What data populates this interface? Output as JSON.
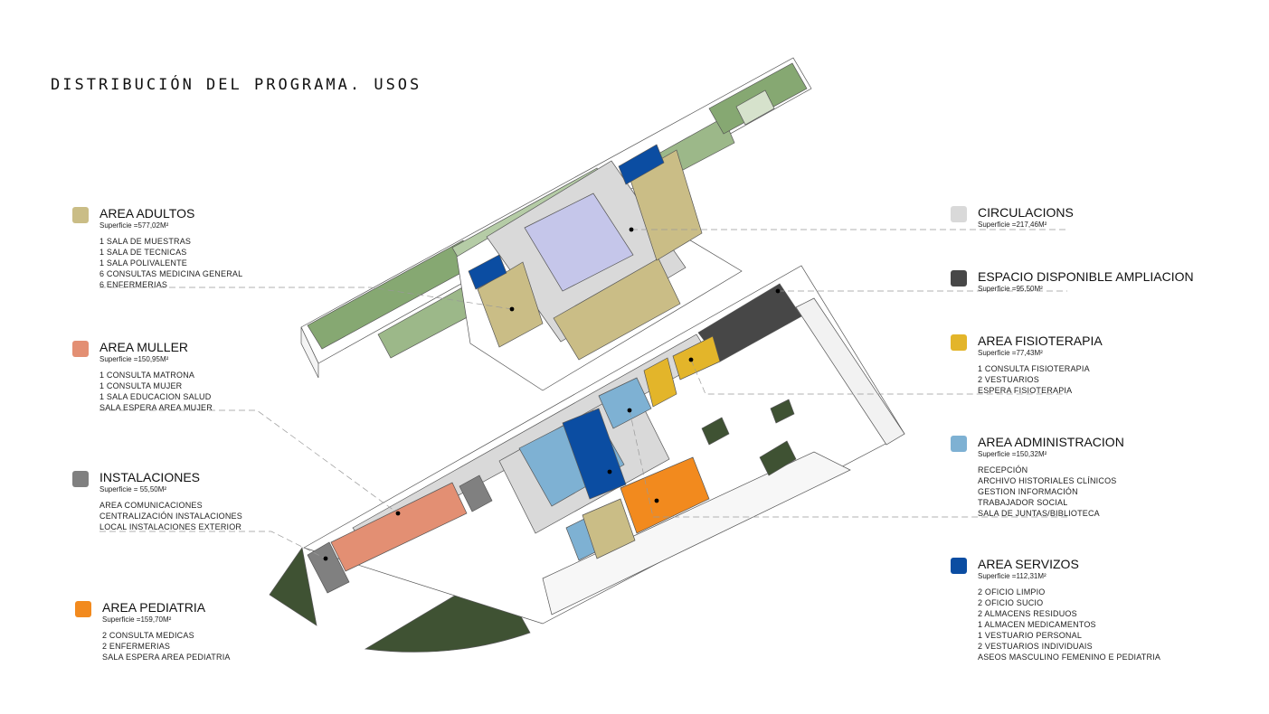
{
  "title": "DISTRIBUCIÓN DEL PROGRAMA. USOS",
  "colors": {
    "adultos": "#CABD86",
    "muller": "#E38F73",
    "instalaciones": "#808080",
    "pediatria": "#F28A1E",
    "circulacions": "#D9D9D9",
    "ampliacion": "#474747",
    "fisioterapia": "#E3B52A",
    "administracion": "#7EB1D3",
    "servizos": "#0B4DA2",
    "patio": "#C5C6EA",
    "green": "#86A872",
    "dark_green": "#3F5233"
  },
  "legend_left": [
    {
      "key": "adultos",
      "name": "AREA ADULTOS",
      "area": "Superficie =577,02M²",
      "items": [
        "1 SALA DE MUESTRAS",
        "1 SALA DE TECNICAS",
        "1 SALA POLIVALENTE",
        "6 CONSULTAS MEDICINA GENERAL",
        "6 ENFERMERIAS"
      ]
    },
    {
      "key": "muller",
      "name": "AREA MULLER",
      "area": "Superficie =150,95M²",
      "items": [
        "1 CONSULTA MATRONA",
        "1 CONSULTA MUJER",
        "1 SALA EDUCACION SALUD",
        "SALA ESPERA AREA MUJER"
      ]
    },
    {
      "key": "instalaciones",
      "name": "INSTALACIONES",
      "area": "Superficie = 55,50M²",
      "items": [
        "AREA COMUNICACIONES",
        "CENTRALIZACIÓN INSTALACIONES",
        "LOCAL INSTALACIONES EXTERIOR"
      ]
    },
    {
      "key": "pediatria",
      "name": "AREA PEDIATRIA",
      "area": "Superficie =159,70M²",
      "items": [
        "2 CONSULTA MEDICAS",
        "2 ENFERMERIAS",
        "SALA ESPERA AREA PEDIATRIA"
      ]
    }
  ],
  "legend_right": [
    {
      "key": "circulacions",
      "name": "CIRCULACIONS",
      "area": "Superficie =217,46M²",
      "items": []
    },
    {
      "key": "ampliacion",
      "name": "ESPACIO DISPONIBLE AMPLIACION",
      "area": "Superficie =95,50M²",
      "items": []
    },
    {
      "key": "fisioterapia",
      "name": "AREA FISIOTERAPIA",
      "area": "Superficie =77,43M²",
      "items": [
        "1 CONSULTA FISIOTERAPIA",
        "2 VESTUARIOS",
        "ESPERA FISIOTERAPIA"
      ]
    },
    {
      "key": "administracion",
      "name": "AREA ADMINISTRACION",
      "area": "Superficie =150,32M²",
      "items": [
        "RECEPCIÓN",
        "ARCHIVO HISTORIALES CLÍNICOS",
        "GESTION INFORMACIÓN",
        "TRABAJADOR SOCIAL",
        "SALA DE JUNTAS/BIBLIOTECA"
      ]
    },
    {
      "key": "servizos",
      "name": "AREA SERVIZOS",
      "area": "Superficie =112,31M²",
      "items": [
        "2 OFICIO LIMPIO",
        "2 OFICIO SUCIO",
        "2 ALMACENS RESIDUOS",
        "1 ALMACEN MEDICAMENTOS",
        "1 VESTUARIO PERSONAL",
        "2 VESTUARIOS INDIVIDUAIS",
        "ASEOS MASCULINO FEMENINO E PEDIATRIA"
      ]
    }
  ]
}
